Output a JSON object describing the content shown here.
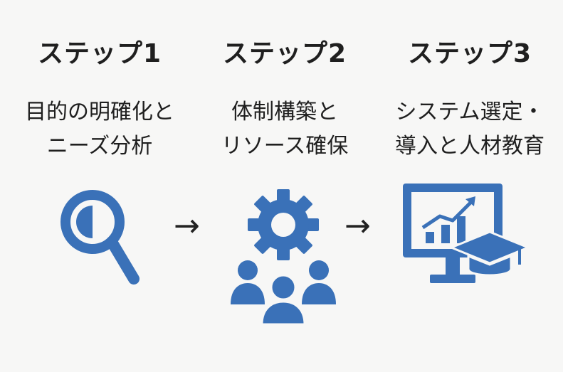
{
  "accent_color": "#3a71b8",
  "steps": [
    {
      "title": "ステップ1",
      "desc_line1": "目的の明確化と",
      "desc_line2": "ニーズ分析",
      "icon": "magnifier-icon"
    },
    {
      "title": "ステップ2",
      "desc_line1": "体制構築と",
      "desc_line2": "リソース確保",
      "icon": "gear-team-icon"
    },
    {
      "title": "ステップ3",
      "desc_line1": "システム選定・",
      "desc_line2": "導入と人材教育",
      "icon": "monitor-graduation-icon"
    }
  ],
  "arrows": [
    "→",
    "→"
  ]
}
